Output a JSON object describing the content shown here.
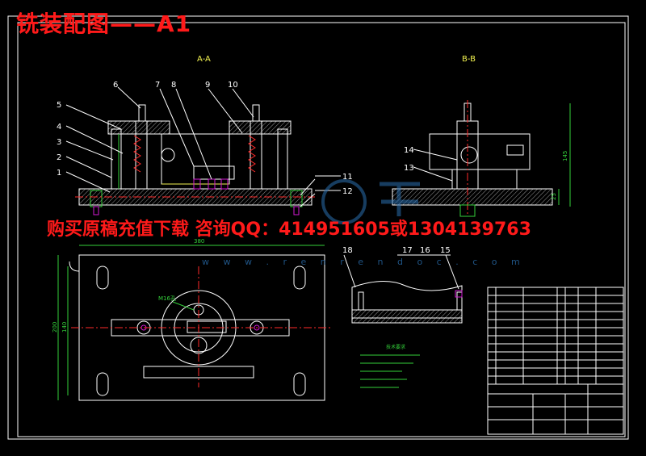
{
  "title": "铣装配图——A1",
  "banner": "购买原稿充值下载 咨询QQ：414951605或1304139763",
  "watermark": "w w w . r e n r e n d o c . c o m",
  "sections": {
    "aa": "A-A",
    "bb": "B-B"
  },
  "part_labels": [
    "1",
    "2",
    "3",
    "4",
    "5",
    "6",
    "7",
    "8",
    "9",
    "10",
    "11",
    "12",
    "13",
    "14",
    "15",
    "16",
    "17",
    "18"
  ],
  "dimensions": {
    "width": "380",
    "height_outer": "200",
    "height_inner": "140",
    "height_right": "145",
    "base": "25",
    "bore": "M16孔"
  },
  "notes_heading": "技术要求",
  "colors": {
    "frame": "#ffffff",
    "yellow": "#f2f250",
    "green": "#34d13a",
    "magenta": "#d21ad2",
    "red": "#ff2a2a",
    "cyan": "#1ad2d2"
  }
}
